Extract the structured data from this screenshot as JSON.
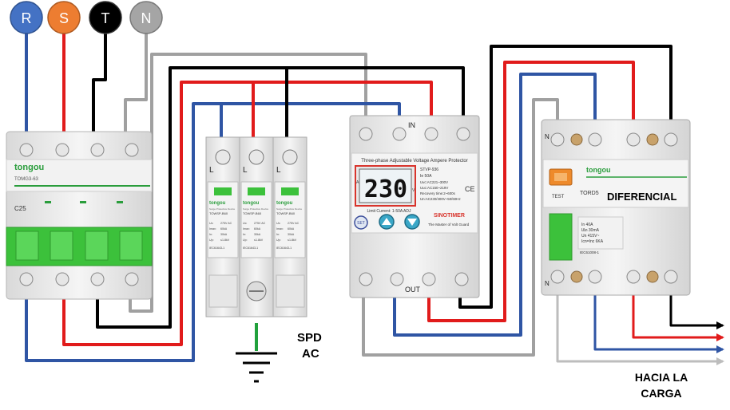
{
  "phases": [
    {
      "label": "R",
      "color": "#4472c4"
    },
    {
      "label": "S",
      "color": "#ed7d31"
    },
    {
      "label": "T",
      "color": "#000000"
    },
    {
      "label": "N",
      "color": "#a5a5a5"
    }
  ],
  "wire_colors": {
    "r": "#2f55a4",
    "s": "#e11b1b",
    "t": "#000000",
    "n": "#a0a0a0",
    "ground": "#21a13c"
  },
  "breaker": {
    "brand": "tongou",
    "model": "TOMG3-63",
    "rating": "C25"
  },
  "spd": {
    "brand": "tongou",
    "desc": "Surge Protective Device",
    "model": "TOWSP-B60",
    "terminal": "L",
    "specs": [
      "Uc:",
      "275V AC",
      "Imax:",
      "60kA",
      "In:",
      "30kA",
      "Up:",
      "≤1.8kV"
    ],
    "standard": "IEC61643-1",
    "caption_1": "SPD",
    "caption_2": "AC"
  },
  "protector": {
    "in_label": "IN",
    "out_label": "OUT",
    "title": "Three-phase  Adjustable Voltage Ampere Protector",
    "display": "230",
    "display_left": "A",
    "display_right": "V",
    "model": "STVP-936",
    "current": "Ie 50A",
    "spec_1": "Uvc:AC221~300V",
    "spec_2": "Uuc:AC150~219V",
    "spec_3": "Recovery time:2~600s",
    "spec_4": "Un:AC230/400V~50/60Hz",
    "ce": "CE",
    "limit": "Limit Current:  1-50A ADJ",
    "set_label": "SET",
    "brand": "SINOTIMER",
    "slogan": "The Master of Volt Guard"
  },
  "differential": {
    "n_top": "N",
    "n_bottom": "N",
    "brand": "tongou",
    "test": "TEST",
    "model": "TORD5",
    "title": "DIFERENCIAL",
    "spec_1": "In 40A",
    "spec_2": "IΔn 30mA",
    "spec_3": "Un 415V~",
    "spec_4": "Icn=Inc 6KA",
    "standard": "IEC61008-1"
  },
  "output_caption_1": "HACIA LA",
  "output_caption_2": "CARGA"
}
